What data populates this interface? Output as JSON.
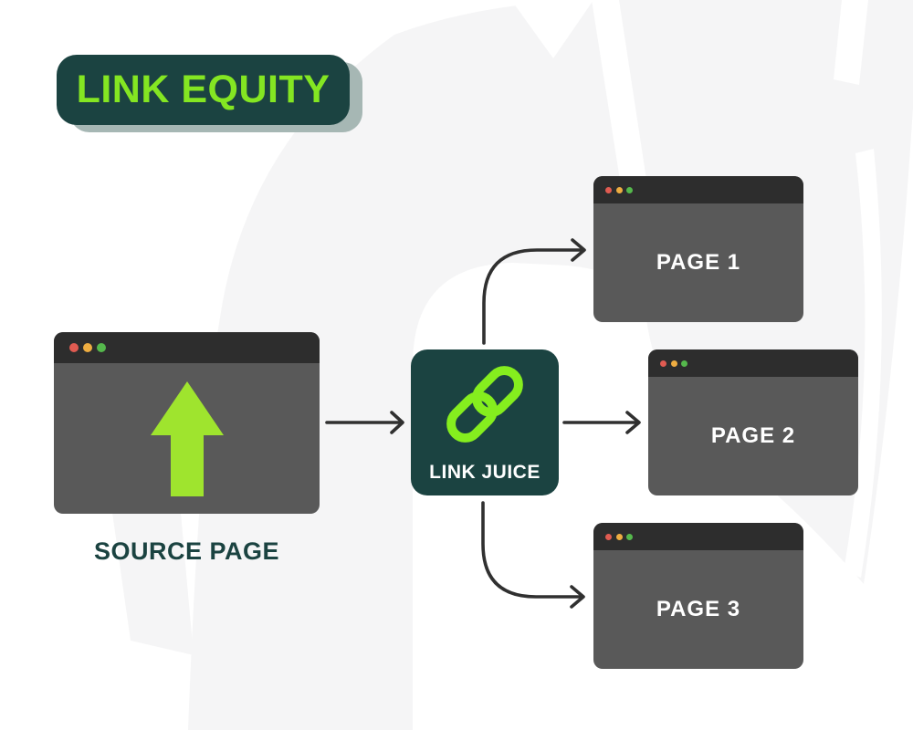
{
  "title": {
    "label": "LINK EQUITY"
  },
  "source_page": {
    "caption": "SOURCE PAGE"
  },
  "link_juice": {
    "label": "LINK JUICE"
  },
  "target_pages": [
    {
      "label": "PAGE 1"
    },
    {
      "label": "PAGE 2"
    },
    {
      "label": "PAGE 3"
    }
  ],
  "icons": {
    "chain": "link-icon",
    "up_arrow": "growth-arrow-icon",
    "window_dots": [
      "traffic-light-red-icon",
      "traffic-light-yellow-icon",
      "traffic-light-green-icon"
    ],
    "connectors": [
      "arrow-source-to-juice",
      "arrow-juice-to-page1",
      "arrow-juice-to-page2",
      "arrow-juice-to-page3"
    ]
  },
  "colors": {
    "accent_lime": "#84e622",
    "arrow_lime": "#9fe42e",
    "chain_lime": "#85ee1e",
    "brand_teal": "#1b4341",
    "badge_shadow": "#a6b7b4",
    "window_titlebar": "#2d2d2d",
    "window_body": "#595959",
    "dot_red": "#e05b51",
    "dot_yellow": "#eead41",
    "dot_green": "#55b84c",
    "connector_dark": "#303030",
    "background_shape_gray": "#f5f5f6",
    "page_background": "#ffffff",
    "label_white": "#ffffff"
  }
}
